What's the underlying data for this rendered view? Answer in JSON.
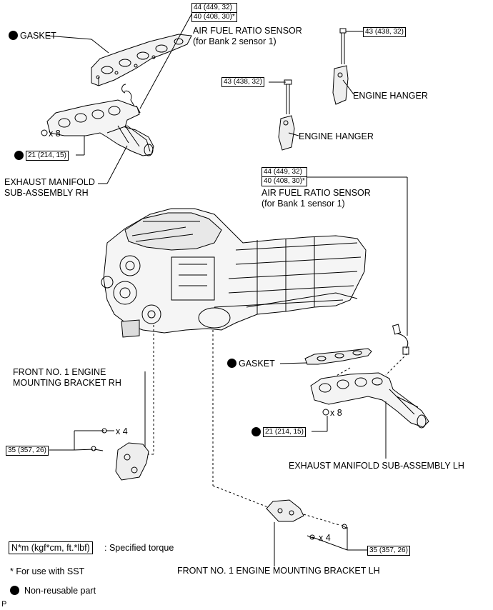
{
  "labels": {
    "gasket_rh": "GASKET",
    "afr_bank2": "AIR FUEL RATIO SENSOR",
    "afr_bank2_sub": "(for Bank 2 sensor 1)",
    "engine_hanger_1": "ENGINE HANGER",
    "engine_hanger_2": "ENGINE HANGER",
    "exhaust_rh_1": "EXHAUST MANIFOLD",
    "exhaust_rh_2": "SUB-ASSEMBLY RH",
    "afr_bank1": "AIR FUEL RATIO SENSOR",
    "afr_bank1_sub": "(for Bank 1 sensor 1)",
    "gasket_lh": "GASKET",
    "front_bracket_rh_1": "FRONT NO. 1 ENGINE",
    "front_bracket_rh_2": "MOUNTING BRACKET RH",
    "exhaust_lh": "EXHAUST MANIFOLD SUB-ASSEMBLY LH",
    "front_bracket_lh": "FRONT NO. 1 ENGINE MOUNTING BRACKET LH",
    "x8_rh": "x 8",
    "x8_lh": "x 8",
    "x4_rh": "x 4",
    "x4_lh": "x 4"
  },
  "torques": {
    "afr_bank2_a": "44 (449, 32)",
    "afr_bank2_b": "40 (408, 30)*",
    "hanger_rear": "43 (438, 32)",
    "hanger_front": "43 (438, 32)",
    "exhaust_rh": "21 (214, 15)",
    "afr_bank1_a": "44 (449, 32)",
    "afr_bank1_b": "40 (408, 30)*",
    "exhaust_lh": "21 (214, 15)",
    "bracket_rh": "35 (357, 26)",
    "bracket_lh": "35 (357, 26)"
  },
  "legend": {
    "torque_unit": "N*m (kgf*cm, ft.*lbf)",
    "torque_desc": ": Specified torque",
    "sst_note": "* For use with SST",
    "non_reusable": "Non-reusable part"
  },
  "corner_mark": "P"
}
